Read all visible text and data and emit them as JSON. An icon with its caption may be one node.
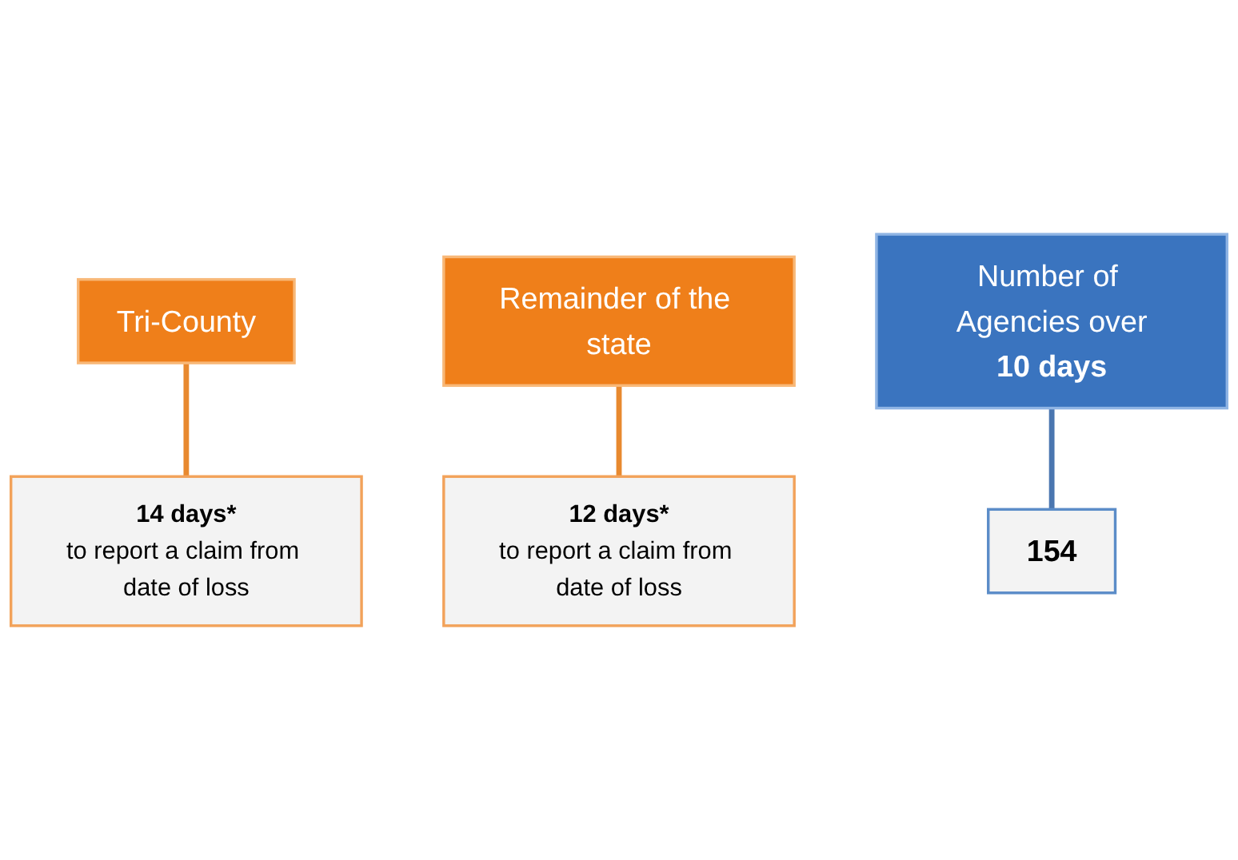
{
  "diagram": {
    "nodes": [
      {
        "text": [
          "Tri-County"
        ]
      },
      {
        "text": [
          "14 days*",
          "to report a claim from date of loss"
        ]
      },
      {
        "text": [
          "Remainder of the state"
        ]
      },
      {
        "text": [
          "12 days*",
          "to report a claim from date of loss"
        ]
      },
      {
        "text": [
          "Number of Agencies over",
          "10 days"
        ]
      },
      {
        "text": [
          "154"
        ]
      }
    ],
    "edges": [
      {
        "from": 0,
        "to": 1,
        "arrow": "none"
      },
      {
        "from": 2,
        "to": 3,
        "arrow": "none"
      },
      {
        "from": 4,
        "to": 5,
        "arrow": "none",
        "color": "#4a76b0"
      }
    ]
  }
}
